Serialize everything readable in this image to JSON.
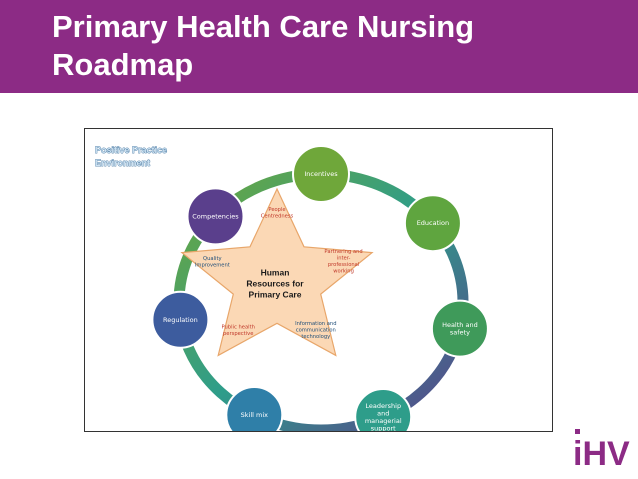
{
  "slide": {
    "title": "Primary Health Care Nursing Roadmap",
    "title_lines": [
      "Primary Health Care Nursing",
      "Roadmap"
    ]
  },
  "diagram": {
    "environment_label": [
      "Positive Practice",
      "Environment"
    ],
    "center": [
      "Human",
      "Resources for",
      "Primary Care"
    ],
    "nodes": [
      {
        "label": [
          "Incentives"
        ],
        "color": "#6fa73a"
      },
      {
        "label": [
          "Education"
        ],
        "color": "#5fa53f"
      },
      {
        "label": [
          "Health and",
          "safety"
        ],
        "color": "#3f9a5a"
      },
      {
        "label": [
          "Leadership",
          "and",
          "managerial",
          "support"
        ],
        "color": "#2e9d8a"
      },
      {
        "label": [
          "Skill mix"
        ],
        "color": "#2f7fa8"
      },
      {
        "label": [
          "Regulation"
        ],
        "color": "#3d5c9e"
      },
      {
        "label": [
          "Competencies"
        ],
        "color": "#5a3f8c"
      }
    ],
    "star_points": [
      {
        "label": [
          "People",
          "Centredness"
        ],
        "color": "#c0392b"
      },
      {
        "label": [
          "Partnering and",
          "inter-",
          "professional",
          "working"
        ],
        "color": "#c0392b"
      },
      {
        "label": [
          "Information and",
          "communication",
          "technology"
        ],
        "color": "#1f4e79"
      },
      {
        "label": [
          "Public health",
          "perspective"
        ],
        "color": "#c0392b"
      },
      {
        "label": [
          "Quality",
          "Improvement"
        ],
        "color": "#1f4e79"
      }
    ],
    "colors": {
      "banner": "#8c2b85",
      "star_fill": "#fbd8b5",
      "star_stroke": "#e8a66a"
    }
  },
  "logo": {
    "text": "iHV",
    "color": "#8c2b85"
  }
}
